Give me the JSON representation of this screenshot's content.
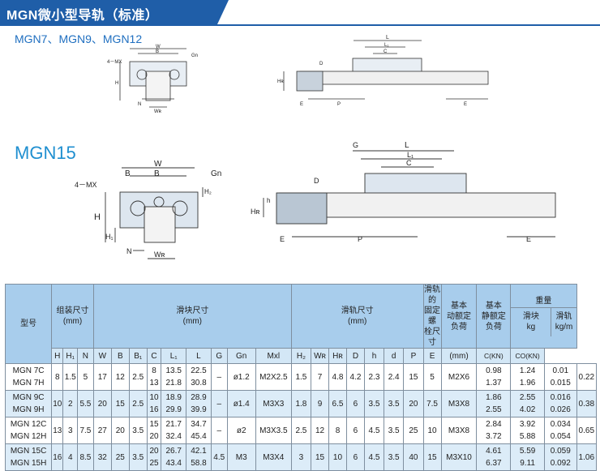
{
  "title": "MGN微小型导轨（标准）",
  "section_small": "MGN7、MGN9、MGN12",
  "section_large": "MGN15",
  "dim_labels": {
    "L": "L",
    "L1": "L₁",
    "C": "C",
    "G": "G",
    "D": "D",
    "h": "h",
    "HR": "Hʀ",
    "H": "H",
    "H1": "H₁",
    "N": "N",
    "WR": "Wʀ",
    "W": "W",
    "B": "B",
    "E": "E",
    "P": "P",
    "Gn": "Gn",
    "MX": "4－MX",
    "H2": "H₂",
    "B1": "B₁"
  },
  "table": {
    "header_groups": {
      "model": "型号",
      "assembly": "组装尺寸\n(mm)",
      "block": "滑块尺寸\n(mm)",
      "rail": "滑轨尺寸\n(mm)",
      "bolt": "滑轨的\n固定螺\n栓尺寸",
      "dyn": "基本\n动额定\n负荷",
      "stat": "基本\n静额定\n负荷",
      "weight": "重量",
      "wblock": "滑块\nkg",
      "wrail": "滑轨\nkg/m"
    },
    "sub_headers": [
      "H",
      "H₁",
      "N",
      "W",
      "B",
      "B₁",
      "C",
      "L₁",
      "L",
      "G",
      "Gn",
      "Mxl",
      "H₂",
      "Wʀ",
      "Hʀ",
      "D",
      "h",
      "d",
      "P",
      "E",
      "(mm)",
      "C(KN)",
      "CO(KN)"
    ],
    "rows": [
      {
        "model": [
          "MGN 7C",
          "MGN 7H"
        ],
        "H": "8",
        "H1": "1.5",
        "N": "5",
        "W": "17",
        "B": "12",
        "B1": "2.5",
        "C": [
          "8",
          "13"
        ],
        "L1": [
          "13.5",
          "21.8"
        ],
        "L": [
          "22.5",
          "30.8"
        ],
        "G": "–",
        "Gn": "ø1.2",
        "Mxl": "M2X2.5",
        "H2": "1.5",
        "WR": "7",
        "HR": "4.8",
        "D": "4.2",
        "h": "2.3",
        "d": "2.4",
        "P": "15",
        "E": "5",
        "bolt": "M2X6",
        "C_KN": [
          "0.98",
          "1.37"
        ],
        "CO_KN": [
          "1.24",
          "1.96"
        ],
        "wb": [
          "0.01",
          "0.015"
        ],
        "wr": "0.22"
      },
      {
        "model": [
          "MGN 9C",
          "MGN 9H"
        ],
        "H": "10",
        "H1": "2",
        "N": "5.5",
        "W": "20",
        "B": "15",
        "B1": "2.5",
        "C": [
          "10",
          "16"
        ],
        "L1": [
          "18.9",
          "29.9"
        ],
        "L": [
          "28.9",
          "39.9"
        ],
        "G": "–",
        "Gn": "ø1.4",
        "Mxl": "M3X3",
        "H2": "1.8",
        "WR": "9",
        "HR": "6.5",
        "D": "6",
        "h": "3.5",
        "d": "3.5",
        "P": "20",
        "E": "7.5",
        "bolt": "M3X8",
        "C_KN": [
          "1.86",
          "2.55"
        ],
        "CO_KN": [
          "2.55",
          "4.02"
        ],
        "wb": [
          "0.016",
          "0.026"
        ],
        "wr": "0.38"
      },
      {
        "model": [
          "MGN 12C",
          "MGN 12H"
        ],
        "H": "13",
        "H1": "3",
        "N": "7.5",
        "W": "27",
        "B": "20",
        "B1": "3.5",
        "C": [
          "15",
          "20"
        ],
        "L1": [
          "21.7",
          "32.4"
        ],
        "L": [
          "34.7",
          "45.4"
        ],
        "G": "–",
        "Gn": "ø2",
        "Mxl": "M3X3.5",
        "H2": "2.5",
        "WR": "12",
        "HR": "8",
        "D": "6",
        "h": "4.5",
        "d": "3.5",
        "P": "25",
        "E": "10",
        "bolt": "M3X8",
        "C_KN": [
          "2.84",
          "3.72"
        ],
        "CO_KN": [
          "3.92",
          "5.88"
        ],
        "wb": [
          "0.034",
          "0.054"
        ],
        "wr": "0.65"
      },
      {
        "model": [
          "MGN 15C",
          "MGN 15H"
        ],
        "H": "16",
        "H1": "4",
        "N": "8.5",
        "W": "32",
        "B": "25",
        "B1": "3.5",
        "C": [
          "20",
          "25"
        ],
        "L1": [
          "26.7",
          "43.4"
        ],
        "L": [
          "42.1",
          "58.8"
        ],
        "G": "4.5",
        "Gn": "M3",
        "Mxl": "M3X4",
        "H2": "3",
        "WR": "15",
        "HR": "10",
        "D": "6",
        "h": "4.5",
        "d": "3.5",
        "P": "40",
        "E": "15",
        "bolt": "M3X10",
        "C_KN": [
          "4.61",
          "6.37"
        ],
        "CO_KN": [
          "5.59",
          "9.11"
        ],
        "wb": [
          "0.059",
          "0.092"
        ],
        "wr": "1.06"
      }
    ]
  }
}
